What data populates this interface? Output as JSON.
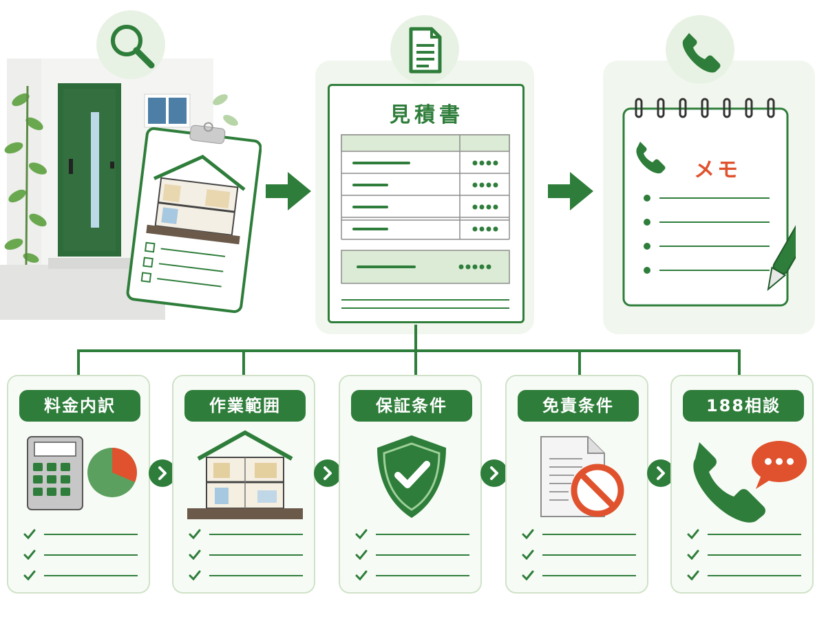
{
  "estimate": {
    "title": "見積書"
  },
  "memo": {
    "title": "メモ"
  },
  "cards": [
    {
      "label": "料金内訳",
      "icon": "calculator-pie-icon"
    },
    {
      "label": "作業範囲",
      "icon": "house-cutaway-icon"
    },
    {
      "label": "保証条件",
      "icon": "shield-check-icon"
    },
    {
      "label": "免責条件",
      "icon": "document-prohibited-icon"
    },
    {
      "label": "188相談",
      "icon": "phone-chat-icon"
    }
  ],
  "colors": {
    "brand_green": "#2e7d3a",
    "light_green": "#e8f2e4",
    "accent_red": "#e0522d"
  }
}
